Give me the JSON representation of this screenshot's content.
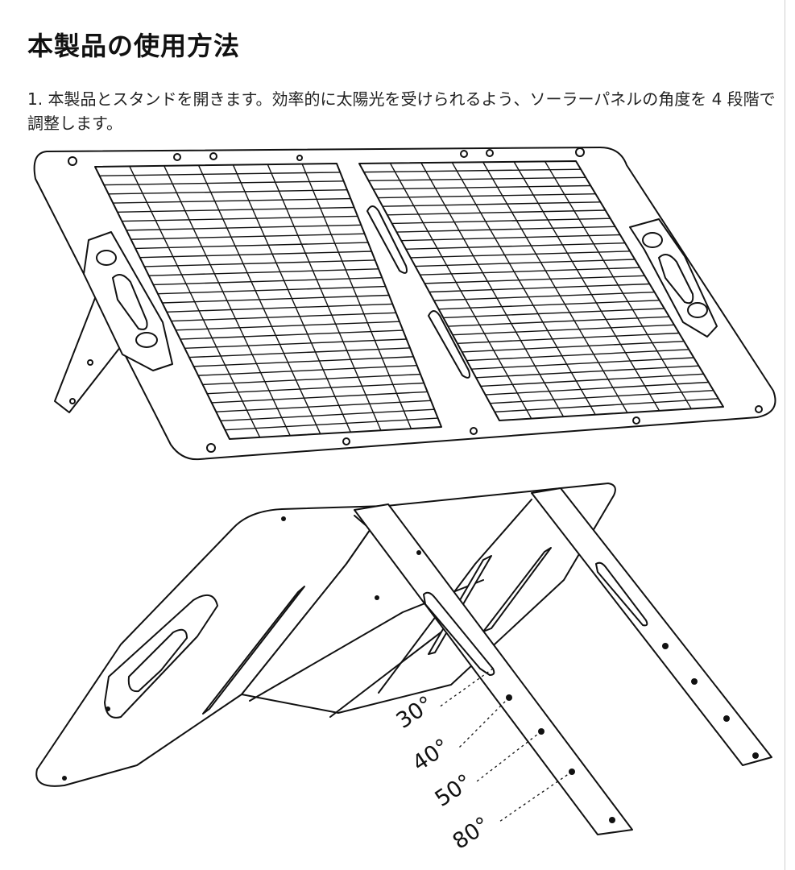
{
  "heading": "本製品の使用方法",
  "instruction": "1. 本製品とスタンドを開きます。効率的に太陽光を受けられるよう、ソーラーパネルの角度を 4 段階で調整します。",
  "angles": [
    "30°",
    "40°",
    "50°",
    "80°"
  ]
}
